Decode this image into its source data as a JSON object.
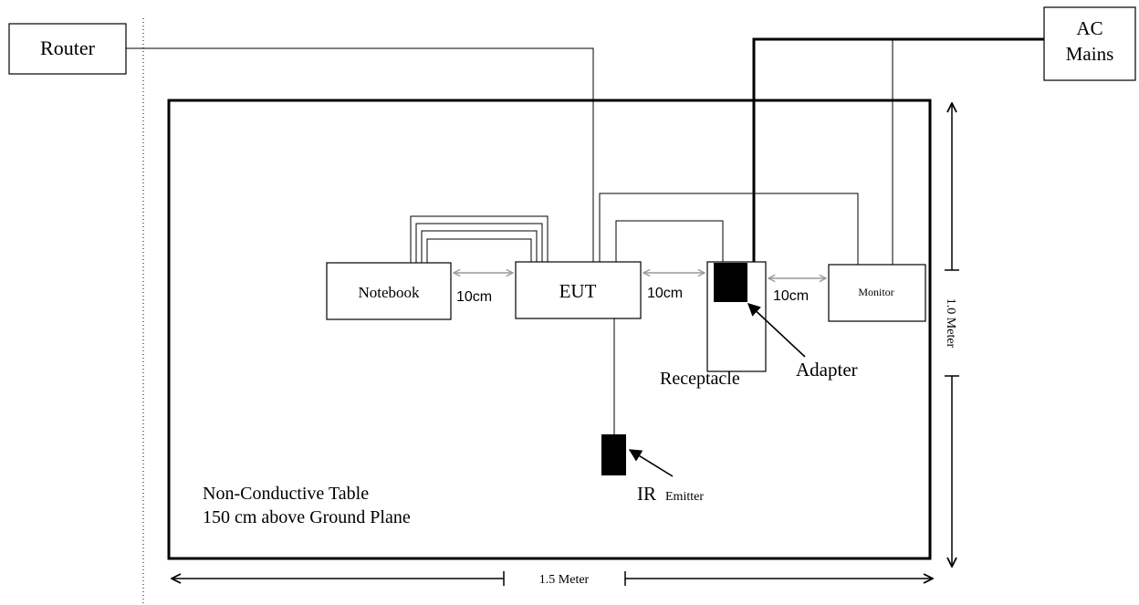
{
  "router": {
    "label": "Router"
  },
  "ac_mains": {
    "line1": "AC",
    "line2": "Mains"
  },
  "devices": {
    "notebook": "Notebook",
    "eut": "EUT",
    "monitor": "Monitor",
    "receptacle": "Receptacle",
    "adapter": "Adapter",
    "ir_emitter": {
      "main": "IR",
      "sub": "Emitter"
    }
  },
  "spacings": {
    "notebook_eut": "10cm",
    "eut_receptacle": "10cm",
    "receptacle_monitor": "10cm"
  },
  "table_note": {
    "line1": "Non-Conductive Table",
    "line2": "150 cm above Ground Plane"
  },
  "dimensions": {
    "width": "1.5 Meter",
    "height": "1.0 Meter"
  },
  "colors": {
    "line": "#000000",
    "spacing_arrow": "#999999",
    "fill_dark": "#000000"
  }
}
